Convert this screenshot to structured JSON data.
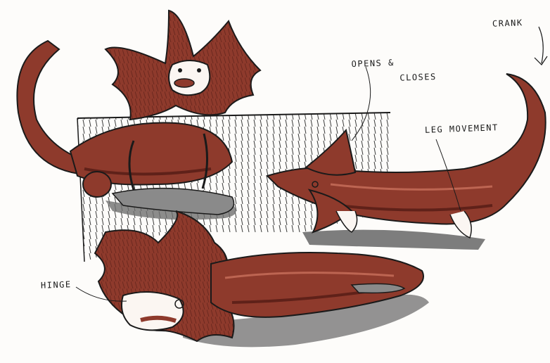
{
  "annotations": {
    "crank": "CRANK",
    "opens_line1": "OPENS &",
    "opens_line2": "CLOSES",
    "leg_movement": "LEG MOVEMENT",
    "hinge": "HINGE"
  },
  "colors": {
    "ink": "#1a1a1a",
    "marker_red": "#8e3a2c",
    "marker_red_dark": "#5f2119",
    "marker_highlight": "#c9705c",
    "shadow_grey": "#6f6f6f",
    "paper": "#fdfcfa"
  },
  "figures": [
    "frilled-lizard-standing",
    "frilled-lizard-lying",
    "frilled-lizard-crawling"
  ]
}
